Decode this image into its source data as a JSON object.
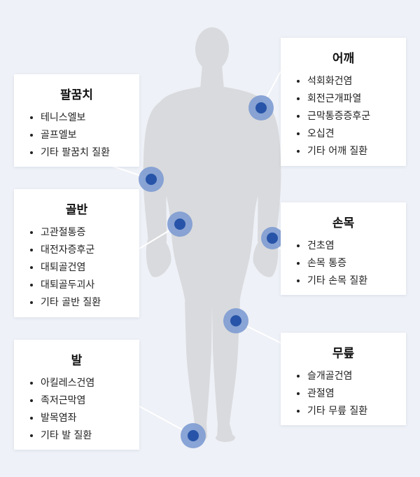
{
  "cards": {
    "shoulder": {
      "title": "어깨",
      "items": [
        "석회화건염",
        "회전근개파열",
        "근막통증증후군",
        "오십견",
        "기타 어깨 질환"
      ]
    },
    "elbow": {
      "title": "팔꿈치",
      "items": [
        "테니스엘보",
        "골프엘보",
        "기타 팔꿈치 질환"
      ]
    },
    "hip": {
      "title": "골반",
      "items": [
        "고관절통증",
        "대전자증후군",
        "대퇴골건염",
        "대퇴골두괴사",
        "기타 골반 질환"
      ]
    },
    "wrist": {
      "title": "손목",
      "items": [
        "건초염",
        "손목 통증",
        "기타 손목 질환"
      ]
    },
    "foot": {
      "title": "발",
      "items": [
        "아킬레스건염",
        "족저근막염",
        "발목염좌",
        "기타 발 질환"
      ]
    },
    "knee": {
      "title": "무릎",
      "items": [
        "슬개골건염",
        "관절염",
        "기타 무릎 질환"
      ]
    }
  },
  "colors": {
    "background": "#eef1f7",
    "body": "#d9dadd",
    "marker_outer": "#7d9bd1",
    "marker_inner": "#2754a8",
    "card": "#ffffff"
  }
}
